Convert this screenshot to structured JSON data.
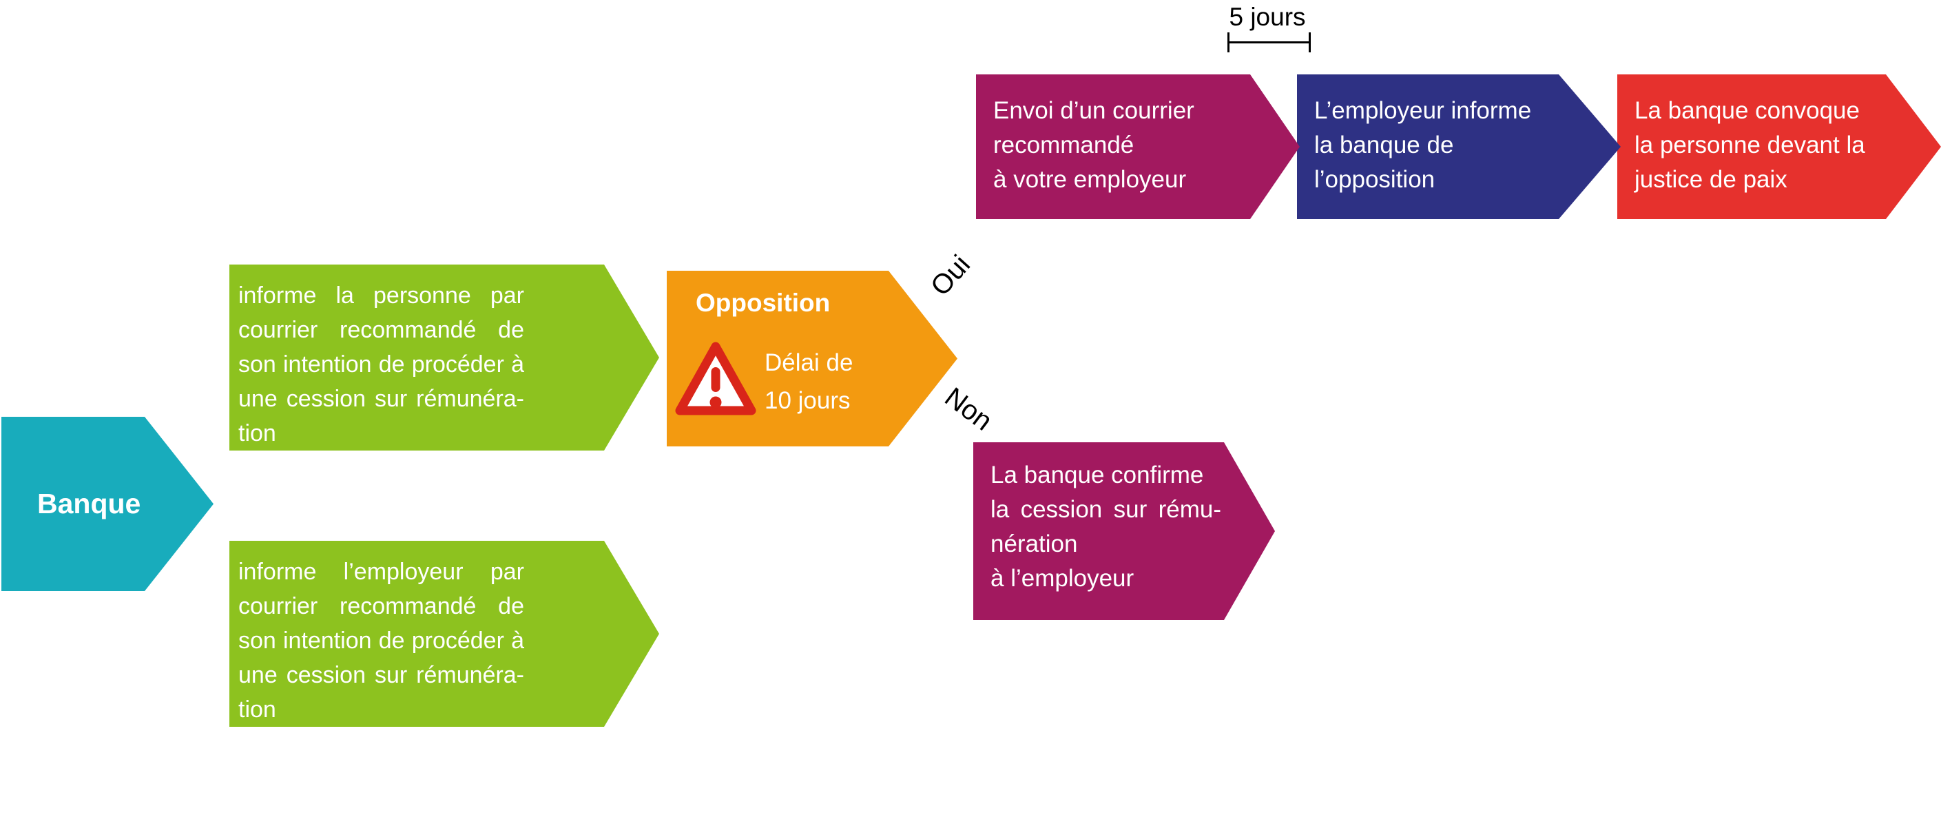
{
  "palette": {
    "teal": "#18ACBC",
    "green": "#8DC21F",
    "orange": "#F39A10",
    "magenta": "#A2195F",
    "dark_blue": "#2E3184",
    "red": "#E6312D",
    "warning_red": "#D92519",
    "text_on_shape": "#FFFFFF",
    "text_black": "#000000"
  },
  "timeline": {
    "label": "5 jours"
  },
  "branch": {
    "yes": "Oui",
    "no": "Non"
  },
  "nodes": {
    "banque": {
      "label": "Banque"
    },
    "green_top": {
      "lines": [
        "informe la personne par",
        "courrier recommandé de",
        "son intention de procéder à",
        "une cession sur rémunéra-",
        "tion"
      ]
    },
    "green_bottom": {
      "lines": [
        "informe l’employeur par",
        "courrier recommandé de",
        "son intention de procéder à",
        "une cession sur rémunéra-",
        "tion"
      ]
    },
    "opposition": {
      "title": "Opposition",
      "icon": "warning-triangle-icon",
      "delay_lines": [
        "Délai de",
        "10 jours"
      ]
    },
    "courrier": {
      "lines": [
        "Envoi d’un courrier",
        "recommandé",
        "à votre employeur"
      ]
    },
    "employeur_informe": {
      "lines": [
        "L’employeur informe",
        "la banque de",
        "l’opposition"
      ]
    },
    "convoque": {
      "lines": [
        "La banque convoque",
        "la personne devant la",
        "justice de paix"
      ]
    },
    "confirme": {
      "lines": [
        "La banque confirme",
        "la cession sur rému-",
        "nération",
        "à l’employeur"
      ]
    }
  }
}
